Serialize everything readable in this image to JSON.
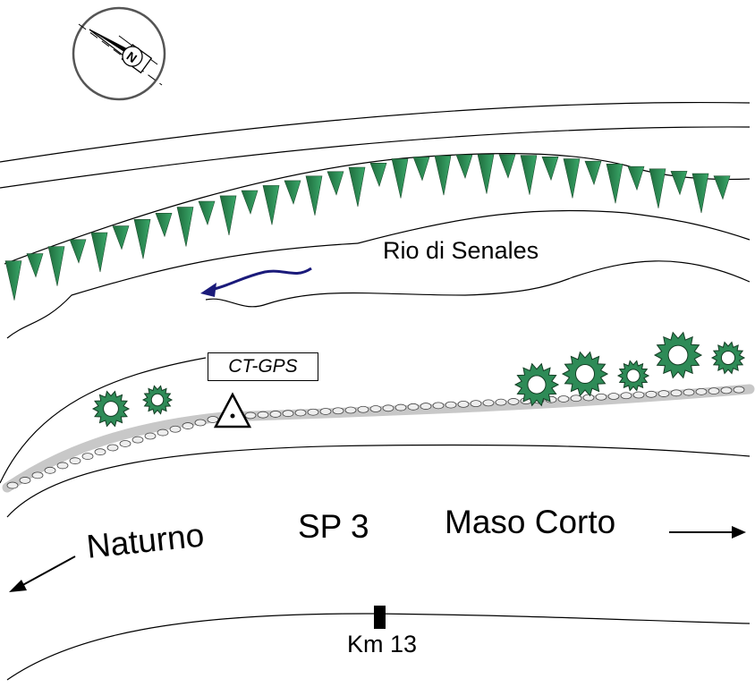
{
  "map": {
    "river_label": "Rio di Senales",
    "station_label": "CT-GPS",
    "road_label": "SP 3",
    "direction_left": "Naturno",
    "direction_right": "Maso Corto",
    "milestone_label": "Km 13",
    "compass_letter": "N"
  },
  "colors": {
    "vegetation": "#2e8b57",
    "flow_arrow": "#1a1a7a",
    "wall": "#c8c8c8",
    "line": "#000000"
  },
  "icons": [
    "compass-icon",
    "flow-direction-arrow-icon",
    "gps-station-triangle-icon",
    "shrub-icon",
    "milestone-icon",
    "direction-arrow-left-icon",
    "direction-arrow-right-icon"
  ]
}
